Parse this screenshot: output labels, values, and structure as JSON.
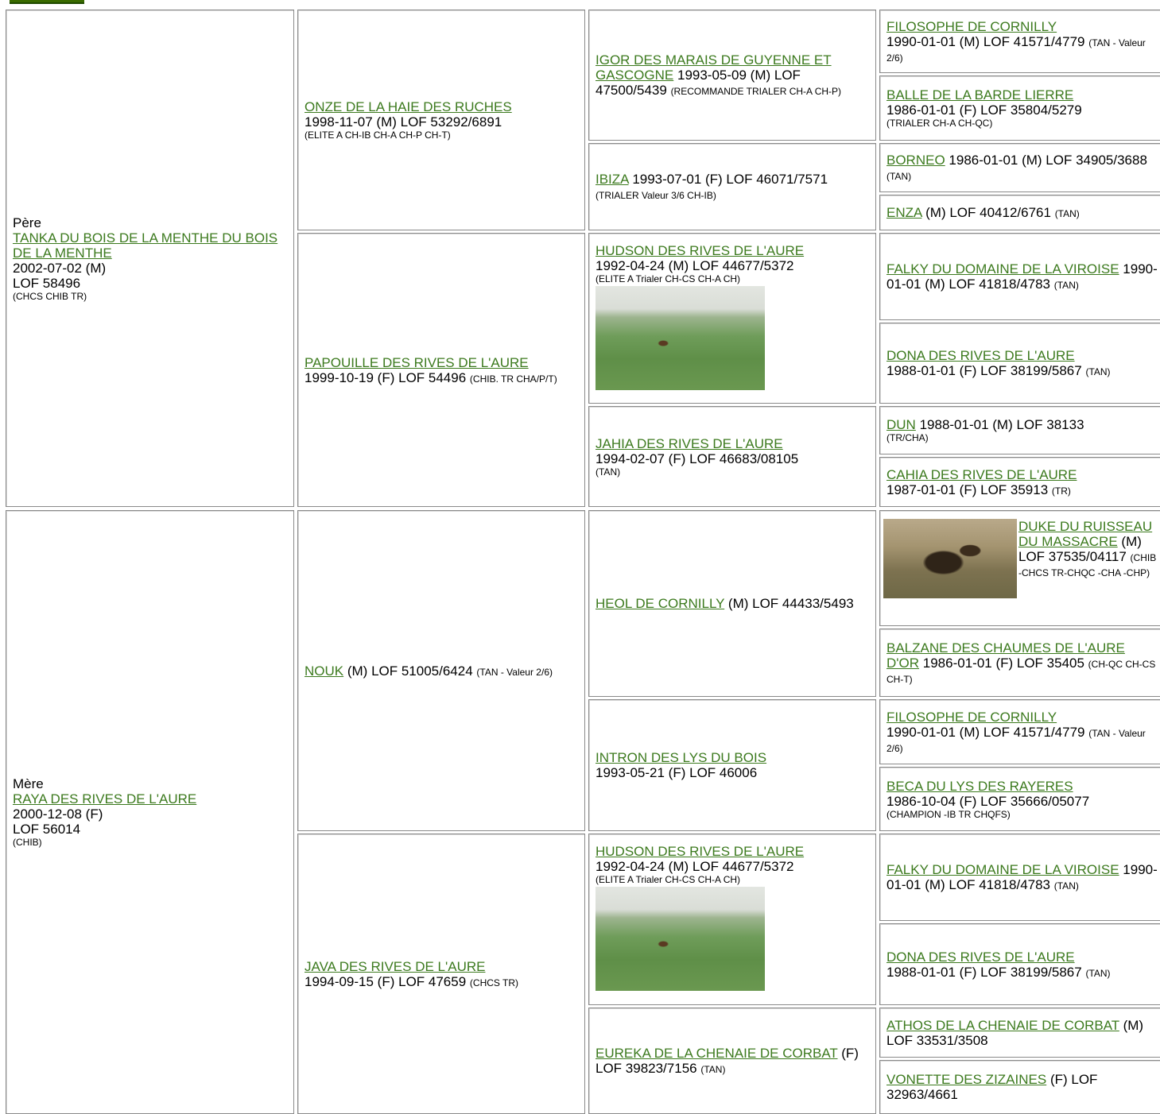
{
  "sire": {
    "label": "Père",
    "name": "TANKA DU BOIS DE LA MENTHE DU BOIS DE LA MENTHE",
    "dob": "2002-07-02 (M)",
    "lof": "LOF 58496",
    "titles": "(CHCS CHIB TR)"
  },
  "dam": {
    "label": "Mère",
    "name": "RAYA DES RIVES DE L'AURE",
    "dob": "2000-12-08 (F)",
    "lof": "LOF 56014",
    "titles": "(CHIB)"
  },
  "gen2": [
    {
      "name": "ONZE DE LA HAIE DES RUCHES",
      "info": "1998-11-07 (M) LOF 53292/6891",
      "titles": "(ELITE A CH-IB CH-A CH-P CH-T)"
    },
    {
      "name": "PAPOUILLE DES RIVES DE L'AURE",
      "info": "1999-10-19 (F) LOF 54496",
      "titles": "(CHIB. TR CHA/P/T)"
    },
    {
      "name": "NOUK",
      "info": "(M) LOF 51005/6424",
      "titles": "(TAN - Valeur 2/6)"
    },
    {
      "name": "JAVA DES RIVES DE L'AURE",
      "info": "1994-09-15 (F) LOF 47659",
      "titles": "(CHCS TR)"
    }
  ],
  "gen3": [
    {
      "name": "IGOR DES MARAIS DE GUYENNE ET GASCOGNE",
      "info": "1993-05-09 (M) LOF 47500/5439",
      "titles": "(RECOMMANDE TRIALER CH-A CH-P)"
    },
    {
      "name": "IBIZA",
      "info": "1993-07-01 (F) LOF 46071/7571",
      "titles": "(TRIALER Valeur 3/6 CH-IB)"
    },
    {
      "name": "HUDSON DES RIVES DE L'AURE",
      "info": "1992-04-24 (M) LOF 44677/5372",
      "titles": "(ELITE A Trialer CH-CS CH-A CH)"
    },
    {
      "name": "JAHIA DES RIVES DE L'AURE",
      "info": "1994-02-07 (F) LOF 46683/08105",
      "titles": "(TAN)"
    },
    {
      "name": "HEOL DE CORNILLY",
      "info": "(M) LOF 44433/5493",
      "titles": ""
    },
    {
      "name": "INTRON DES LYS DU BOIS",
      "info": "1993-05-21 (F) LOF 46006",
      "titles": ""
    },
    {
      "name": "HUDSON DES RIVES DE L'AURE",
      "info": "1992-04-24 (M) LOF 44677/5372",
      "titles": "(ELITE A Trialer CH-CS CH-A CH)"
    },
    {
      "name": "EUREKA DE LA CHENAIE DE CORBAT",
      "info": "(F) LOF 39823/7156",
      "titles": "(TAN)"
    }
  ],
  "gen4": [
    {
      "name": "FILOSOPHE DE CORNILLY",
      "info": "1990-01-01 (M) LOF 41571/4779",
      "titles": "(TAN - Valeur 2/6)"
    },
    {
      "name": "BALLE DE LA BARDE LIERRE",
      "info": "1986-01-01 (F) LOF 35804/5279",
      "titles": "(TRIALER CH-A CH-QC)"
    },
    {
      "name": "BORNEO",
      "info": "1986-01-01 (M) LOF 34905/3688",
      "titles": "(TAN)"
    },
    {
      "name": "ENZA",
      "info": "(M) LOF 40412/6761",
      "titles": "(TAN)"
    },
    {
      "name": "FALKY DU DOMAINE DE LA VIROISE",
      "info": "1990-01-01 (M) LOF 41818/4783",
      "titles": "(TAN)"
    },
    {
      "name": "DONA DES RIVES DE L'AURE",
      "info": "1988-01-01 (F) LOF 38199/5867",
      "titles": "(TAN)"
    },
    {
      "name": "DUN",
      "info": "1988-01-01 (M) LOF 38133",
      "titles": "(TR/CHA)"
    },
    {
      "name": "CAHIA DES RIVES DE L'AURE",
      "info": "1987-01-01 (F) LOF 35913",
      "titles": "(TR)"
    },
    {
      "name": "DUKE DU RUISSEAU DU MASSACRE",
      "info": "(M) LOF 37535/04117",
      "titles": "(CHIB -CHCS TR-CHQC -CHA -CHP)"
    },
    {
      "name": "BALZANE DES CHAUMES DE L'AURE D'OR",
      "info": "1986-01-01 (F) LOF 35405",
      "titles": "(CH-QC CH-CS CH-T)"
    },
    {
      "name": "FILOSOPHE DE CORNILLY",
      "info": "1990-01-01 (M) LOF 41571/4779",
      "titles": "(TAN - Valeur 2/6)"
    },
    {
      "name": "BECA DU LYS DES RAYERES",
      "info": "1986-10-04 (F) LOF 35666/05077",
      "titles": "(CHAMPION -IB TR CHQFS)"
    },
    {
      "name": "FALKY DU DOMAINE DE LA VIROISE",
      "info": "1990-01-01 (M) LOF 41818/4783",
      "titles": "(TAN)"
    },
    {
      "name": "DONA DES RIVES DE L'AURE",
      "info": "1988-01-01 (F) LOF 38199/5867",
      "titles": "(TAN)"
    },
    {
      "name": "ATHOS DE LA CHENAIE DE CORBAT",
      "info": "(M) LOF 33531/3508",
      "titles": ""
    },
    {
      "name": "VONETTE DES ZIZAINES",
      "info": "(F) LOF 32963/4661",
      "titles": ""
    }
  ]
}
